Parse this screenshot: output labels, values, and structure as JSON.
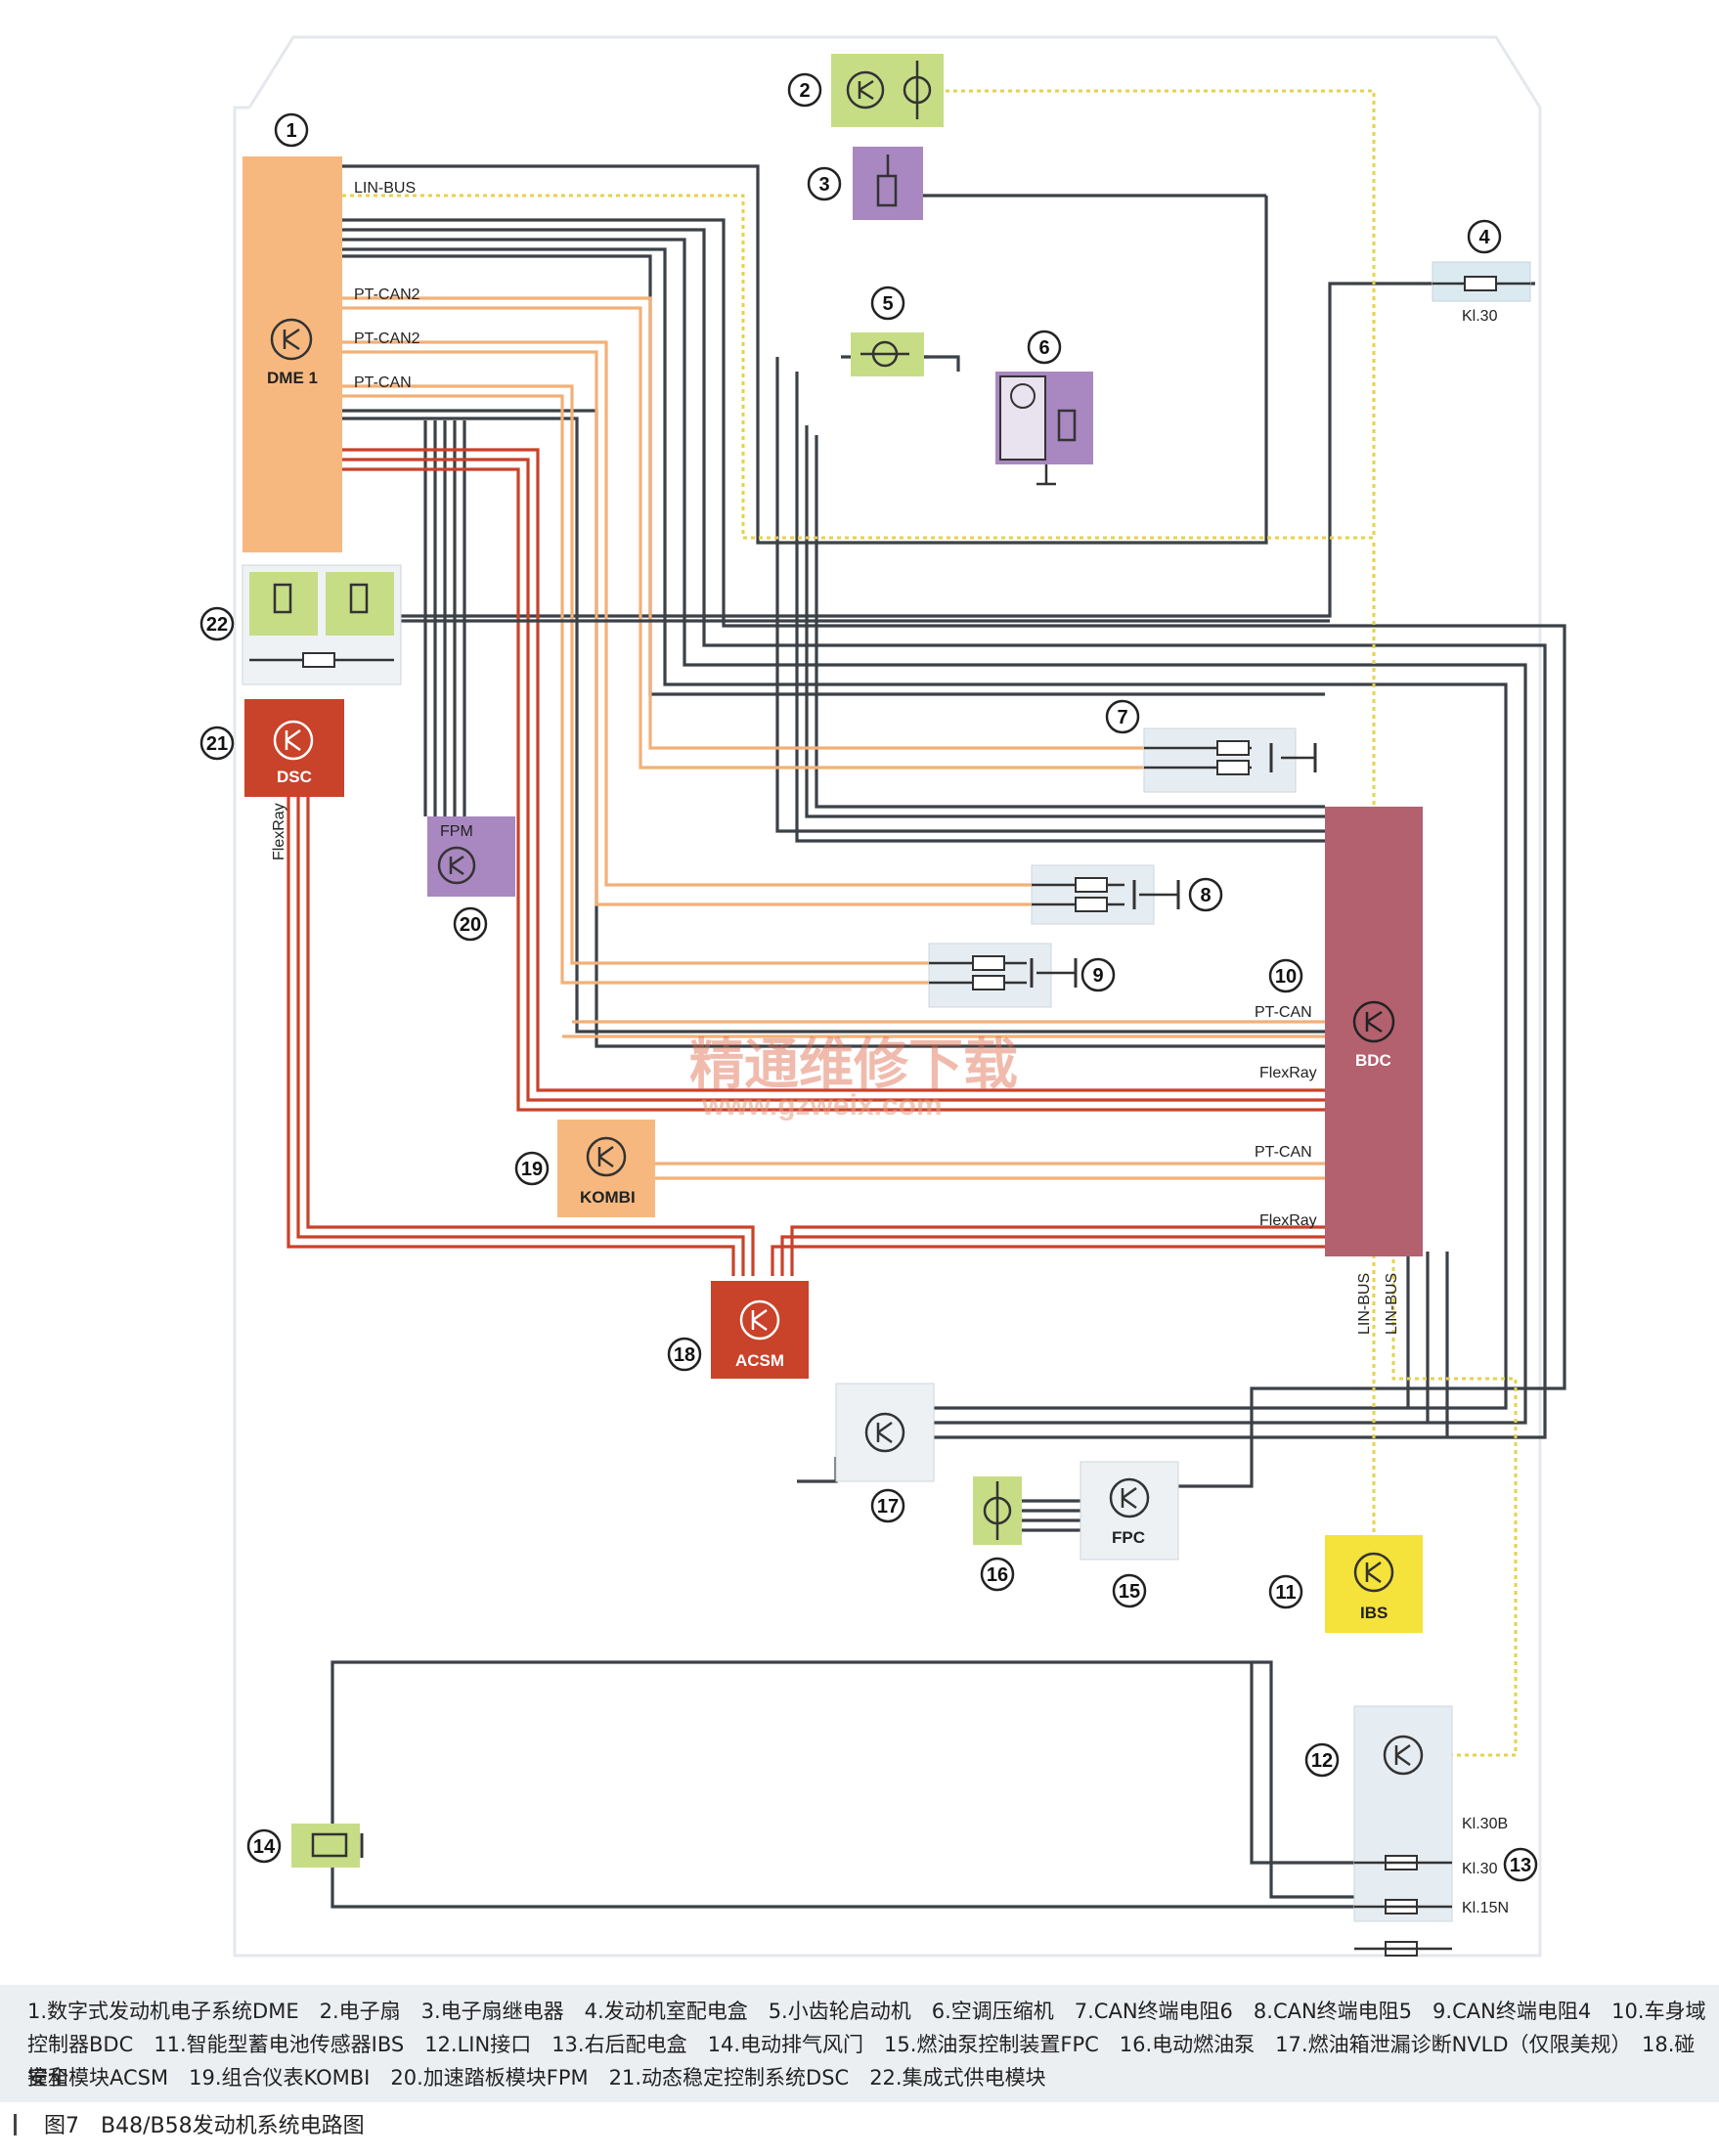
{
  "components": [
    {
      "num": "1",
      "label": "DME 1"
    },
    {
      "num": "2",
      "label": ""
    },
    {
      "num": "3",
      "label": ""
    },
    {
      "num": "4",
      "label": "Kl.30"
    },
    {
      "num": "5",
      "label": ""
    },
    {
      "num": "6",
      "label": ""
    },
    {
      "num": "7",
      "label": ""
    },
    {
      "num": "8",
      "label": ""
    },
    {
      "num": "9",
      "label": ""
    },
    {
      "num": "10",
      "label": "BDC"
    },
    {
      "num": "11",
      "label": "IBS"
    },
    {
      "num": "12",
      "label": ""
    },
    {
      "num": "13",
      "label": ""
    },
    {
      "num": "14",
      "label": ""
    },
    {
      "num": "15",
      "label": "FPC"
    },
    {
      "num": "16",
      "label": ""
    },
    {
      "num": "17",
      "label": ""
    },
    {
      "num": "18",
      "label": "ACSM"
    },
    {
      "num": "19",
      "label": "KOMBI"
    },
    {
      "num": "20",
      "label": "FPM"
    },
    {
      "num": "21",
      "label": "DSC"
    },
    {
      "num": "22",
      "label": ""
    }
  ],
  "bus_labels": {
    "lin_bus": "LIN-BUS",
    "pt_can2_a": "PT-CAN2",
    "pt_can2_b": "PT-CAN2",
    "pt_can": "PT-CAN",
    "bdc_pt_can_1": "PT-CAN",
    "bdc_flexray_1": "FlexRay",
    "bdc_pt_can_2": "PT-CAN",
    "bdc_flexray_2": "FlexRay",
    "dsc_flexray": "FlexRay",
    "bdc_lin_bus_1": "LIN-BUS",
    "bdc_lin_bus_2": "LIN-BUS"
  },
  "terminals": {
    "kl30b": "Kl.30B",
    "kl30": "Kl.30",
    "kl15n": "Kl.15N"
  },
  "watermark": {
    "line1": "精通维修下载",
    "line2": "www.gzweix.com"
  },
  "legend": {
    "line1": "1.数字式发动机电子系统DME　2.电子扇　3.电子扇继电器　4.发动机室配电盒　5.小齿轮启动机　6.空调压缩机　7.CAN终端电阻6　8.CAN终端电阻5　9.CAN终端电阻4　10.车身域",
    "line2": "控制器BDC　11.智能型蓄电池传感器IBS　12.LIN接口　13.右后配电盒　14.电动排气风门　15.燃油泵控制装置FPC　16.电动燃油泵　17.燃油箱泄漏诊断NVLD（仅限美规）　18.碰撞和",
    "line3": "安全模块ACSM　19.组合仪表KOMBI　20.加速踏板模块FPM　21.动态稳定控制系统DSC　22.集成式供电模块"
  },
  "figure_caption": "图7　B48/B58发动机系统电路图",
  "colors": {
    "dme": "#f7b87f",
    "bdc": "#b3606f",
    "red_module": "#c9422a",
    "green_module": "#c6dd86",
    "purple_module": "#a987c0",
    "yellow_module": "#f5e23a",
    "gray_wire": "#3b4147",
    "orange_wire": "#f2b078",
    "red_wire": "#c9422a",
    "lin_dotted": "#e6d24a"
  }
}
